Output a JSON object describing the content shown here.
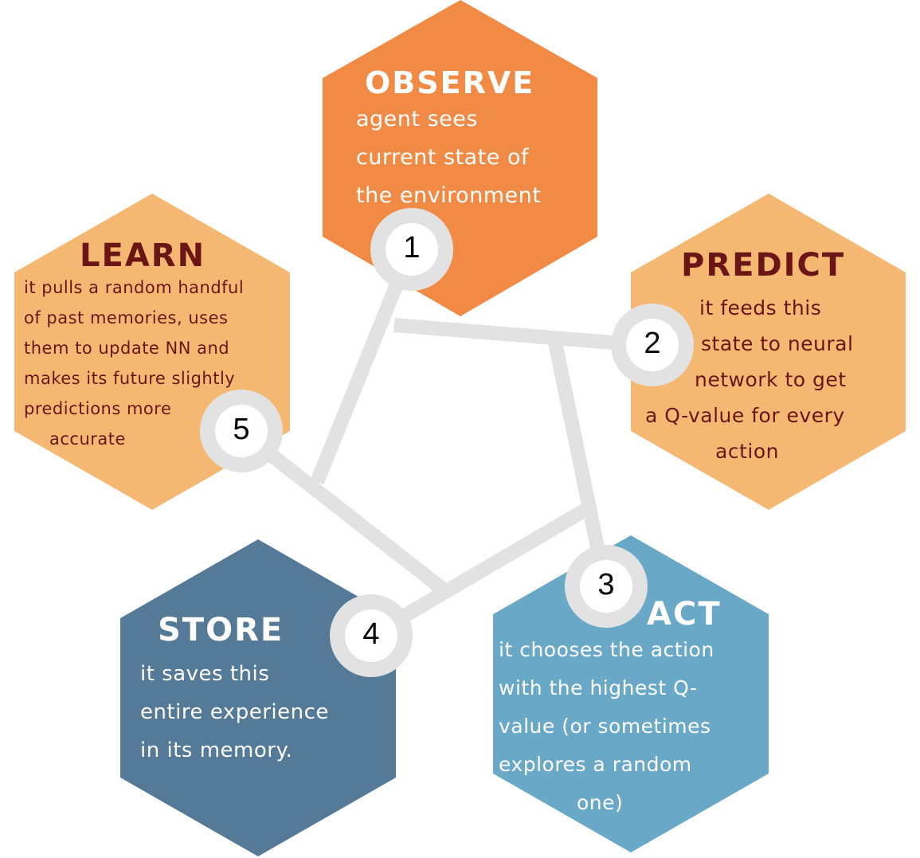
{
  "colors": {
    "observe": "#F08A45",
    "learn": "#F4B872",
    "predict": "#F4B872",
    "act": "#6AA8C8",
    "store": "#547A98",
    "connector": "#E2E2E2",
    "dark_text": "#6B1515",
    "light_text": "#FFFFFF"
  },
  "steps": [
    {
      "number": "1",
      "title": "OBSERVE",
      "lines": [
        "agent sees",
        "current state of",
        "the environment"
      ]
    },
    {
      "number": "2",
      "title": "PREDICT",
      "lines": [
        "it feeds this",
        "state to neural",
        "network to get",
        "a Q-value for every",
        "action"
      ]
    },
    {
      "number": "3",
      "title": "ACT",
      "lines": [
        "it chooses the action",
        "with the highest Q-",
        "value (or sometimes",
        "explores a random",
        "one)"
      ]
    },
    {
      "number": "4",
      "title": "STORE",
      "lines": [
        "it saves this",
        "entire experience",
        "in its memory."
      ]
    },
    {
      "number": "5",
      "title": "LEARN",
      "lines": [
        "it pulls a random handful",
        "of past memories, uses",
        "them to update NN and",
        "makes its future slightly",
        "predictions more",
        "accurate"
      ]
    }
  ]
}
